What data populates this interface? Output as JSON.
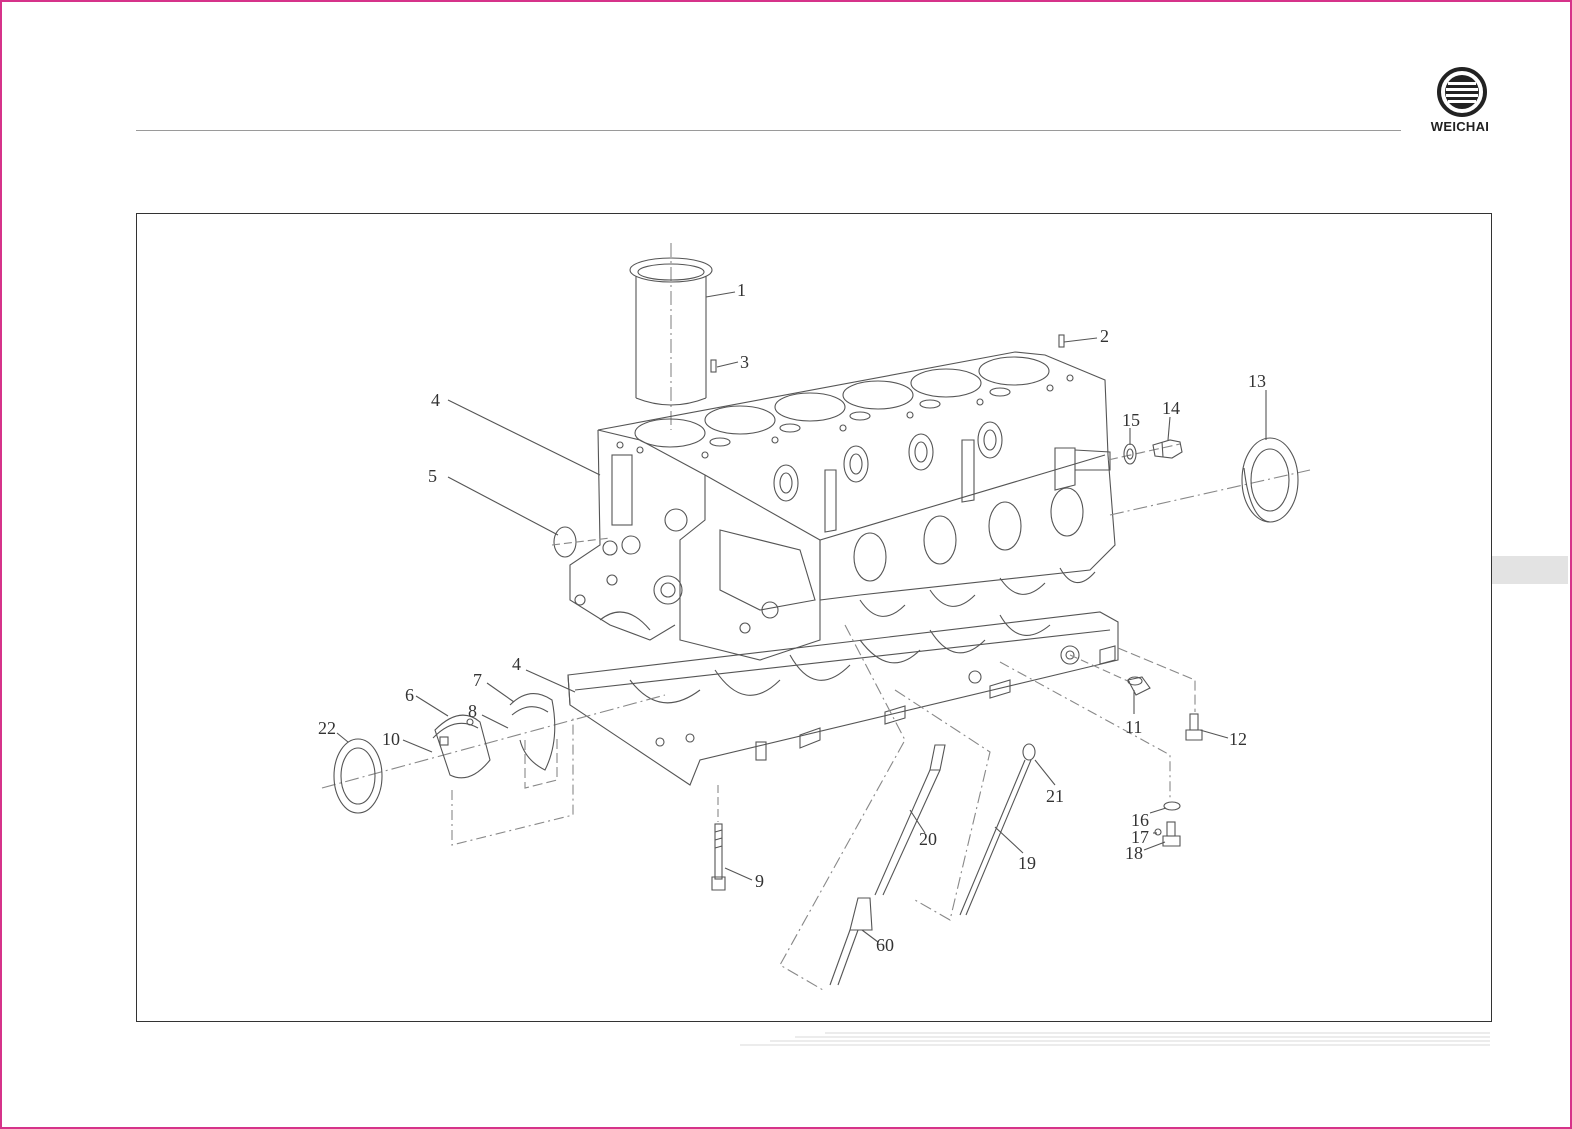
{
  "brand": {
    "name": "WEICHAI",
    "logo_icon": "weichai-logo-icon"
  },
  "diagram": {
    "callouts": [
      {
        "id": "c1",
        "label": "1"
      },
      {
        "id": "c2",
        "label": "2"
      },
      {
        "id": "c3",
        "label": "3"
      },
      {
        "id": "c4a",
        "label": "4"
      },
      {
        "id": "c5",
        "label": "5"
      },
      {
        "id": "c13",
        "label": "13"
      },
      {
        "id": "c14",
        "label": "14"
      },
      {
        "id": "c15",
        "label": "15"
      },
      {
        "id": "c4b",
        "label": "4"
      },
      {
        "id": "c7",
        "label": "7"
      },
      {
        "id": "c6",
        "label": "6"
      },
      {
        "id": "c8",
        "label": "8"
      },
      {
        "id": "c22",
        "label": "22"
      },
      {
        "id": "c10",
        "label": "10"
      },
      {
        "id": "c11",
        "label": "11"
      },
      {
        "id": "c12",
        "label": "12"
      },
      {
        "id": "c21",
        "label": "21"
      },
      {
        "id": "c16",
        "label": "16"
      },
      {
        "id": "c17",
        "label": "17"
      },
      {
        "id": "c18",
        "label": "18"
      },
      {
        "id": "c20",
        "label": "20"
      },
      {
        "id": "c19",
        "label": "19"
      },
      {
        "id": "c9",
        "label": "9"
      },
      {
        "id": "c60",
        "label": "60"
      }
    ]
  }
}
